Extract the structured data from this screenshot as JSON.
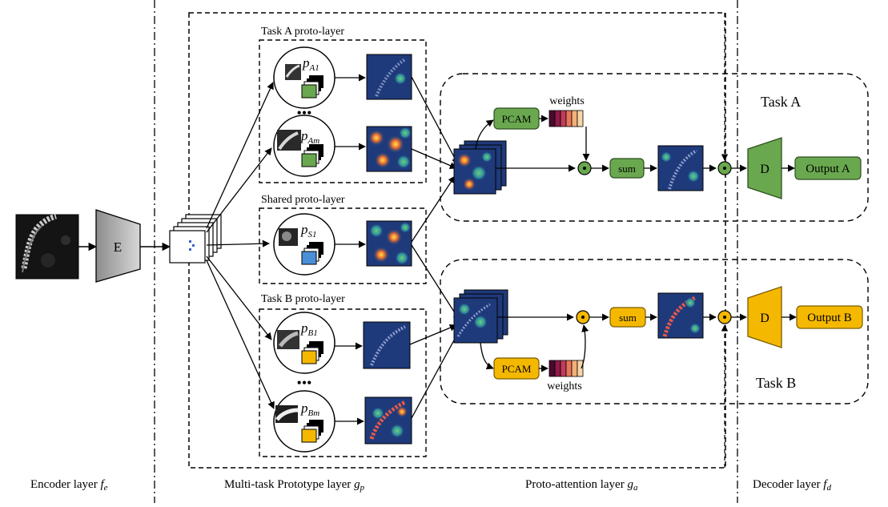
{
  "sections": {
    "encoder": {
      "label": "Encoder layer",
      "symbol": "f",
      "sub": "e"
    },
    "prototype": {
      "label": "Multi-task Prototype layer",
      "symbol": "g",
      "sub": "p"
    },
    "attention": {
      "label": "Proto-attention layer",
      "symbol": "g",
      "sub": "a"
    },
    "decoder": {
      "label": "Decoder layer",
      "symbol": "f",
      "sub": "d"
    }
  },
  "encoder_block": {
    "label": "E"
  },
  "proto_layers": {
    "task_a": {
      "title": "Task A proto-layer",
      "protos": [
        {
          "symbol": "p",
          "sub": "A1"
        },
        {
          "symbol": "p",
          "sub": "Am"
        }
      ]
    },
    "shared": {
      "title": "Shared proto-layer",
      "protos": [
        {
          "symbol": "p",
          "sub": "S1"
        }
      ]
    },
    "task_b": {
      "title": "Task B proto-layer",
      "protos": [
        {
          "symbol": "p",
          "sub": "B1"
        },
        {
          "symbol": "p",
          "sub": "Bm"
        }
      ]
    }
  },
  "ellipsis": "•••",
  "task_a_branch": {
    "title": "Task A",
    "pcam_label": "PCAM",
    "weights_label": "weights",
    "sum_label": "sum",
    "decoder_label": "D",
    "output_label": "Output A"
  },
  "task_b_branch": {
    "title": "Task B",
    "pcam_label": "PCAM",
    "weights_label": "weights",
    "sum_label": "sum",
    "decoder_label": "D",
    "output_label": "Output B"
  },
  "colors": {
    "task_a_fill": "#6aa84f",
    "task_a_dark": "#3d6b2c",
    "task_b_fill": "#f5b800",
    "task_b_dark": "#8a6a00",
    "shared_fill": "#4a90d9",
    "box_fill": "#eef2f8",
    "gray_block": "#a8a8a8",
    "heatmap_bg": "#1f3a7a",
    "weights_colors": [
      "#4a0a2e",
      "#8e1b4a",
      "#c23b5a",
      "#e8765a",
      "#f3b07a",
      "#f8d5a8"
    ]
  }
}
